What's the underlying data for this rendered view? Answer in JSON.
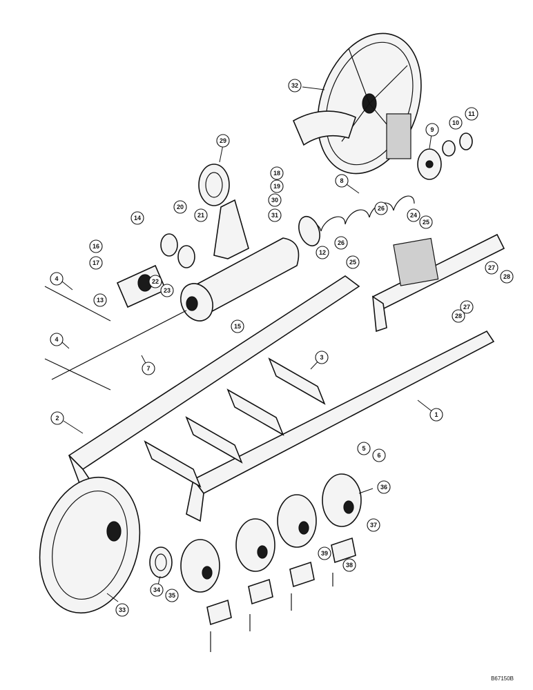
{
  "figure": {
    "reference_code": "B67150B",
    "callouts": [
      "1",
      "2",
      "3",
      "4",
      "5",
      "6",
      "7",
      "8",
      "9",
      "10",
      "11",
      "12",
      "13",
      "14",
      "15",
      "16",
      "17",
      "18",
      "19",
      "20",
      "21",
      "22",
      "23",
      "24",
      "25",
      "26",
      "27",
      "28",
      "29",
      "30",
      "31",
      "32",
      "33",
      "34",
      "35",
      "36",
      "37",
      "38",
      "39"
    ]
  }
}
